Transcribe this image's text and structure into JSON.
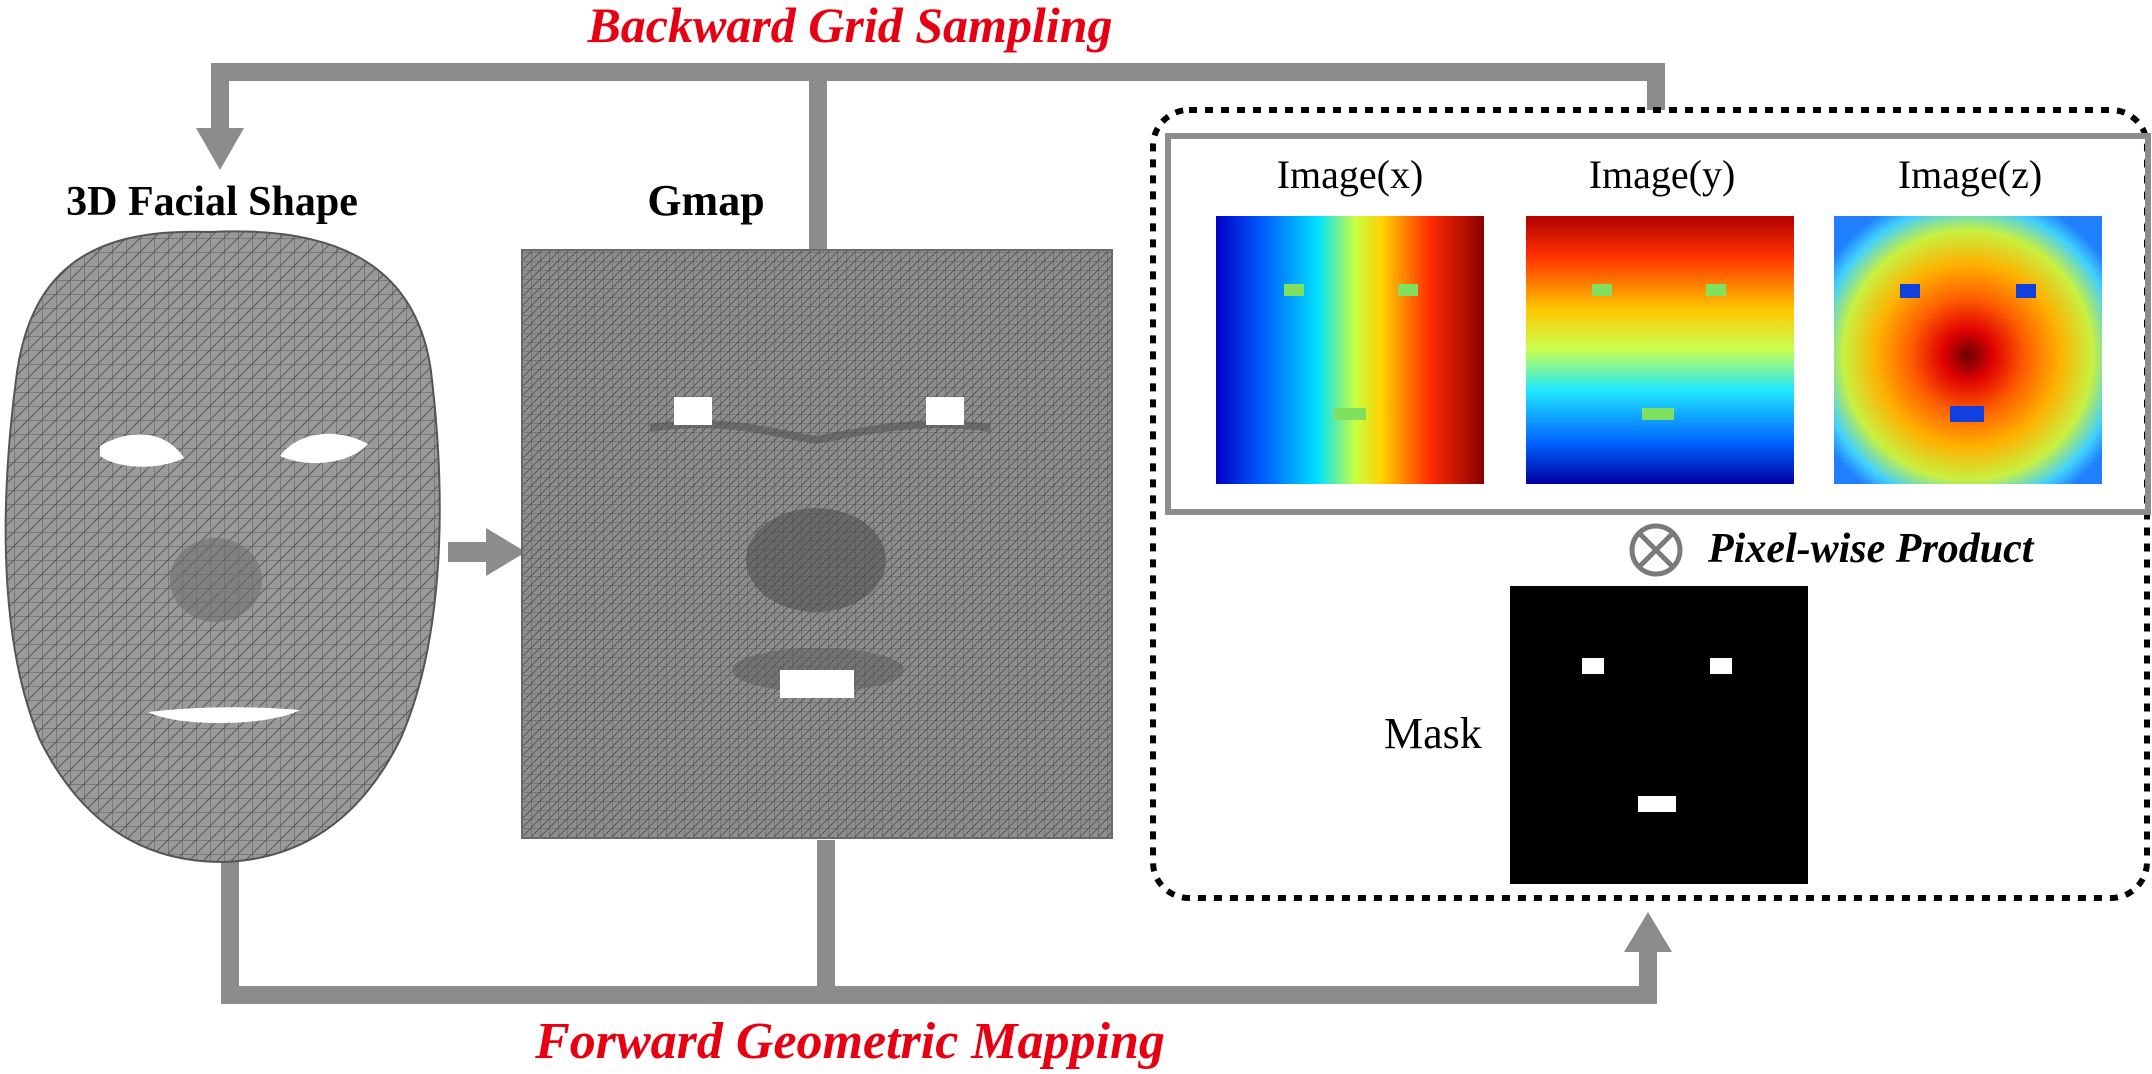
{
  "labels": {
    "backward": "Backward Grid Sampling",
    "forward": "Forward Geometric Mapping",
    "face": "3D Facial Shape",
    "gmap": "Gmap",
    "image_x": "Image(x)",
    "image_y": "Image(y)",
    "image_z": "Image(z)",
    "product": "Pixel-wise Product",
    "mask": "Mask"
  },
  "colors": {
    "red_text": "#e60012",
    "arrow_gray": "#8c8c8c",
    "mesh_gray": "#8a8a8a",
    "mask_black": "#000000"
  },
  "symbols": {
    "product_operator": "⊗"
  }
}
